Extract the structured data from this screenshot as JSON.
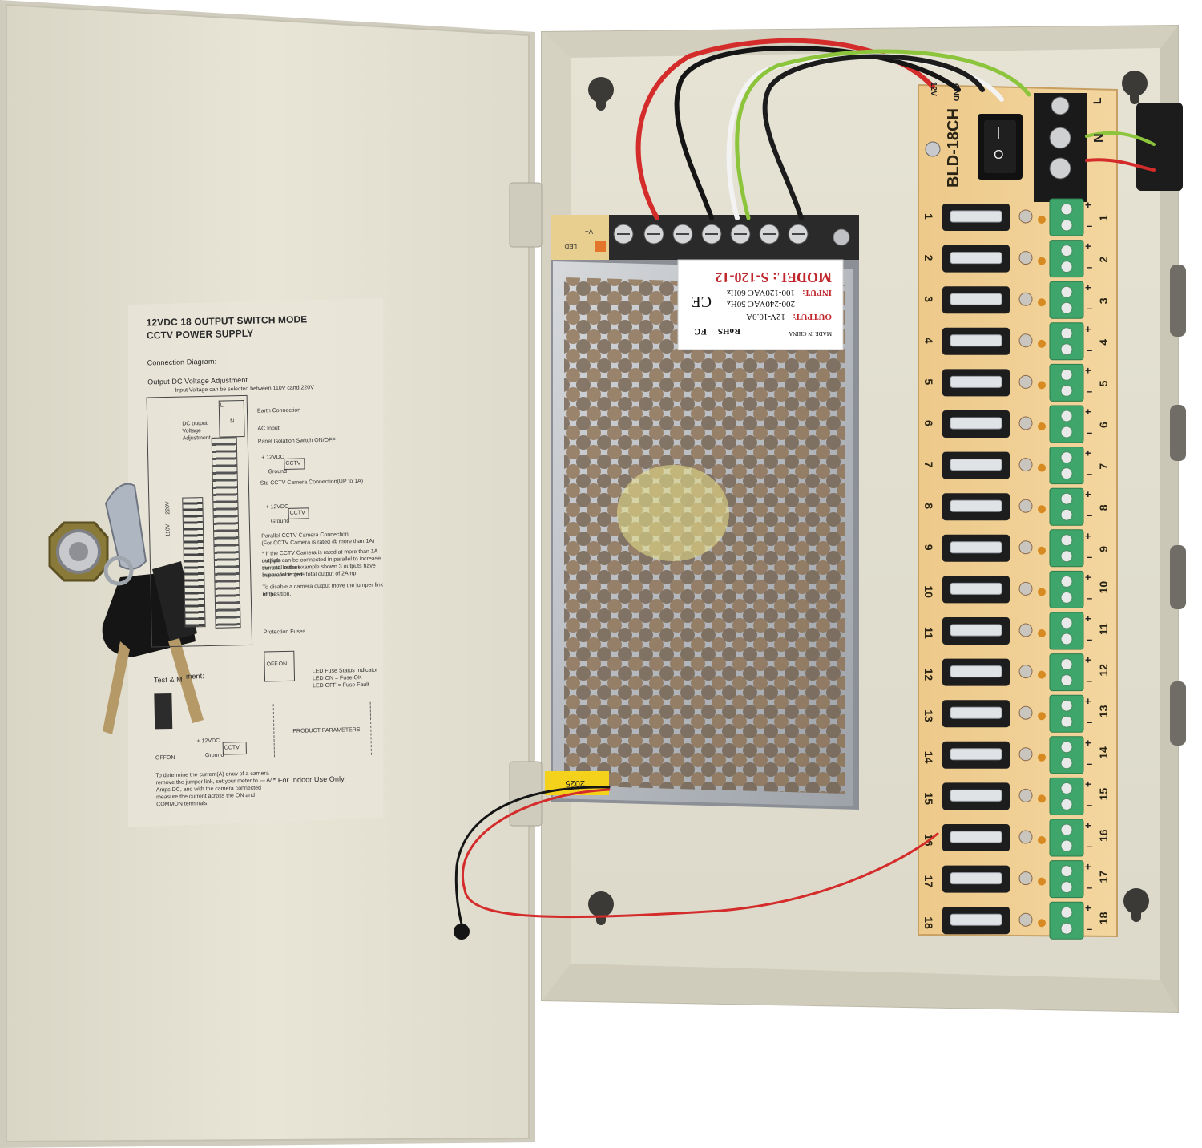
{
  "door_label": {
    "title_line1": "12VDC 18 OUTPUT SWITCH MODE",
    "title_line2": "CCTV POWER SUPPLY",
    "connection_diagram": "Connection Diagram:",
    "output_adjust": "Output DC Voltage Adjustment",
    "input_voltage_note": "Input Voltage can be selected between 110V cand 220V",
    "earth_connection": "Earth Connection",
    "ac_input": "AC Input",
    "panel_isolation": "Panel Isolation Switch ON/OFF",
    "dc_output_1": "DC output",
    "dc_output_2": "Voltage",
    "dc_output_3": "Adjustment",
    "std_cctv": "Std CCTV Camera Connection(UP to 1A)",
    "parallel_cctv": "Parallel CCTV Camera Connection",
    "parallel_cctv_sub": "(For CCTV Camera is rated @ more than 1A)",
    "parallel_note_1": "* If the CCTV Camera is rated at more than 1A multiple",
    "parallel_note_2": "outputs can be connected in parallel to increase the total output",
    "parallel_note_3": "current. In the example shown 3 outputs have been connected",
    "parallel_note_4": "in parallel to give total output of 2Amp",
    "disable_note_1": "To disable a camera output move the jumper link to the",
    "disable_note_2": "off position.",
    "protection_fuses": "Protection Fuses",
    "led_fuse_1": "LED Fuse Status Indicator",
    "led_fuse_2": "LED ON  = Fuse OK",
    "led_fuse_3": "LED OFF = Fuse Fault",
    "test_measurement": "Test & M",
    "test_measurement_tail": "ment:",
    "product_parameters": "PRODUCT PARAMETERS",
    "indoor_use": "* For Indoor Use Only",
    "determine_1": "To determine the current(A) draw of a camera",
    "determine_2": "remove the jumper link, set your meter to — A/",
    "determine_3": "Amps DC, and with the camera connected",
    "determine_4": "measure the current across the ON and",
    "determine_5": "COMMON terminals.",
    "cctv": "CCTV",
    "plus12": "+ 12VDC",
    "ground": "Ground",
    "v110": "110V",
    "v220": "220V",
    "off": "OFF",
    "on": "ON",
    "terminal_L": "L",
    "terminal_N": "N"
  },
  "psu_label": {
    "model": "MODEL: S-120-12",
    "input_label": "INPUT:",
    "input_1": "100-120VAC 60Hz",
    "input_2": "200-240VAC 50Hz",
    "output_label": "OUTPUT:",
    "output_value": "12V-10.0A",
    "made_in": "MADE IN CHINA",
    "rohs": "RoHS",
    "fc": "FC",
    "ce": "CE",
    "date_sticker": "2025",
    "tag_v": "V+",
    "tag_led": "LED"
  },
  "board": {
    "model": "BLD-18CH",
    "channels": [
      "1",
      "2",
      "3",
      "4",
      "5",
      "6",
      "7",
      "8",
      "9",
      "10",
      "11",
      "12",
      "13",
      "14",
      "15",
      "16",
      "17",
      "18"
    ],
    "switch_on": "|",
    "switch_off": "O",
    "terminal_n": "N",
    "terminal_l": "L",
    "terminal_12v": "12V",
    "terminal_gnd": "GND",
    "plus": "+",
    "minus": "–"
  },
  "colors": {
    "enclosure": "#e4e1d2",
    "board": "#f0cf92",
    "terminal_green": "#3ea66a",
    "wire_red": "#d42b2b",
    "wire_black": "#151515",
    "wire_yellow_green": "#7ec43c",
    "psu_steel": "#bfc2c6"
  }
}
